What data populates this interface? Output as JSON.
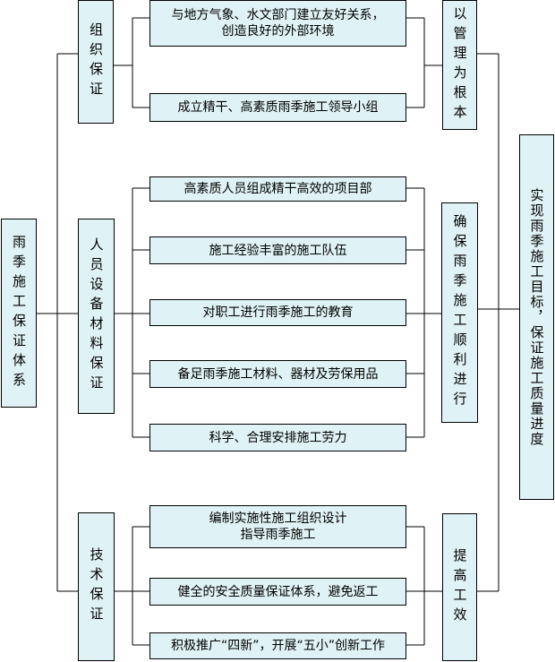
{
  "root": {
    "label": "雨季施工保证体系"
  },
  "branches": [
    {
      "label": "组织保证"
    },
    {
      "label": "人员设备材料保证"
    },
    {
      "label": "技术保证"
    }
  ],
  "measures": [
    {
      "text": "与地方气象、水文部门建立友好关系，\n创造良好的外部环境"
    },
    {
      "text": "成立精干、高素质雨季施工领导小组"
    },
    {
      "text": "高素质人员组成精干高效的项目部"
    },
    {
      "text": "施工经验丰富的施工队伍"
    },
    {
      "text": "对职工进行雨季施工的教育"
    },
    {
      "text": "备足雨季施工材料、器材及劳保用品"
    },
    {
      "text": "科学、合理安排施工劳力"
    },
    {
      "text": "编制实施性施工组织设计\n指导雨季施工"
    },
    {
      "text": "健全的安全质量保证体系，避免返工"
    },
    {
      "text": "积极推广“四新”，开展“五小”创新工作"
    }
  ],
  "outcomes": [
    {
      "label": "以管理为根本"
    },
    {
      "label": "确保雨季施工顺利进行"
    },
    {
      "label": "提高工效"
    }
  ],
  "goal": {
    "label": "实现雨季施工目标，保证施工质量进度"
  },
  "colors": {
    "box_fill": "#dff2f5",
    "line": "#000000"
  }
}
